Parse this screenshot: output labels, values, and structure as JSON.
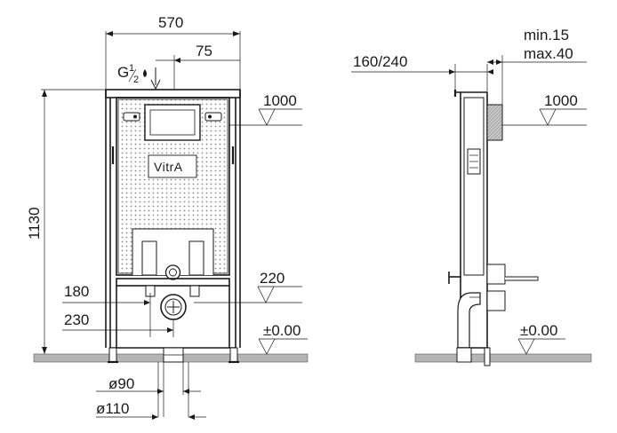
{
  "front_view": {
    "width_label": "570",
    "offset_label": "75",
    "supply_label": "G",
    "supply_fraction_num": "1",
    "supply_fraction_den": "2",
    "height_label": "1130",
    "level_label": "1000",
    "pipe_180_label": "180",
    "pipe_230_label": "230",
    "pipe_220_label": "220",
    "floor_label": "±0.00",
    "diam_90_label": "ø90",
    "diam_110_label": "ø110",
    "brand_label": "VitrA"
  },
  "side_view": {
    "depth_label": "160/240",
    "min_label": "min.15",
    "max_label": "max.40",
    "level_label": "1000",
    "floor_label": "±0.00"
  },
  "colors": {
    "line": "#1a1a1a",
    "ground": "#b4b4b4",
    "panel_dots": "#8a8a8a"
  }
}
